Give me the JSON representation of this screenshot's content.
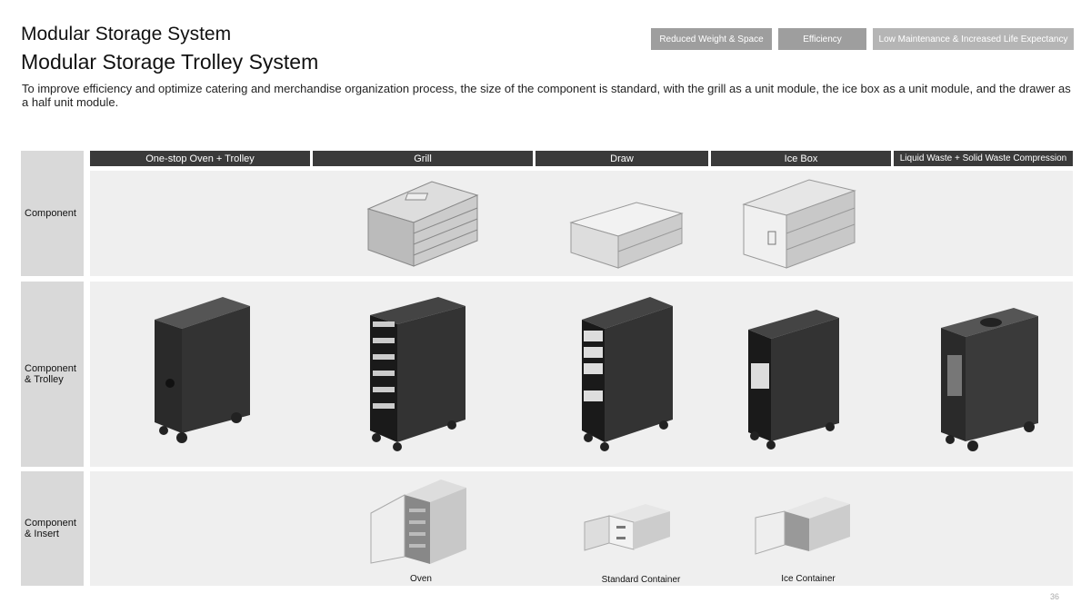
{
  "header": {
    "subtitle": "Modular Storage System",
    "title": "Modular Storage Trolley System",
    "description": "To improve efficiency and optimize catering and merchandise organization process, the size of the component is standard, with the grill as a unit module, the ice box as a unit module, and the drawer as a half unit module."
  },
  "tags": [
    {
      "label": "Reduced Weight & Space",
      "color": "#9e9e9e"
    },
    {
      "label": "Efficiency",
      "color": "#9e9e9e"
    },
    {
      "label": "Low Maintenance & Increased Life Expectancy",
      "color": "#b5b5b5"
    }
  ],
  "columns": [
    "One-stop Oven + Trolley",
    "Grill",
    "Draw",
    "Ice Box",
    "Liquid Waste + Solid Waste Compression"
  ],
  "rows": [
    "Component",
    "Component & Trolley",
    "Component & Insert"
  ],
  "inserts": [
    "Oven",
    "Standard Container",
    "Ice Container"
  ],
  "page_number": "36"
}
